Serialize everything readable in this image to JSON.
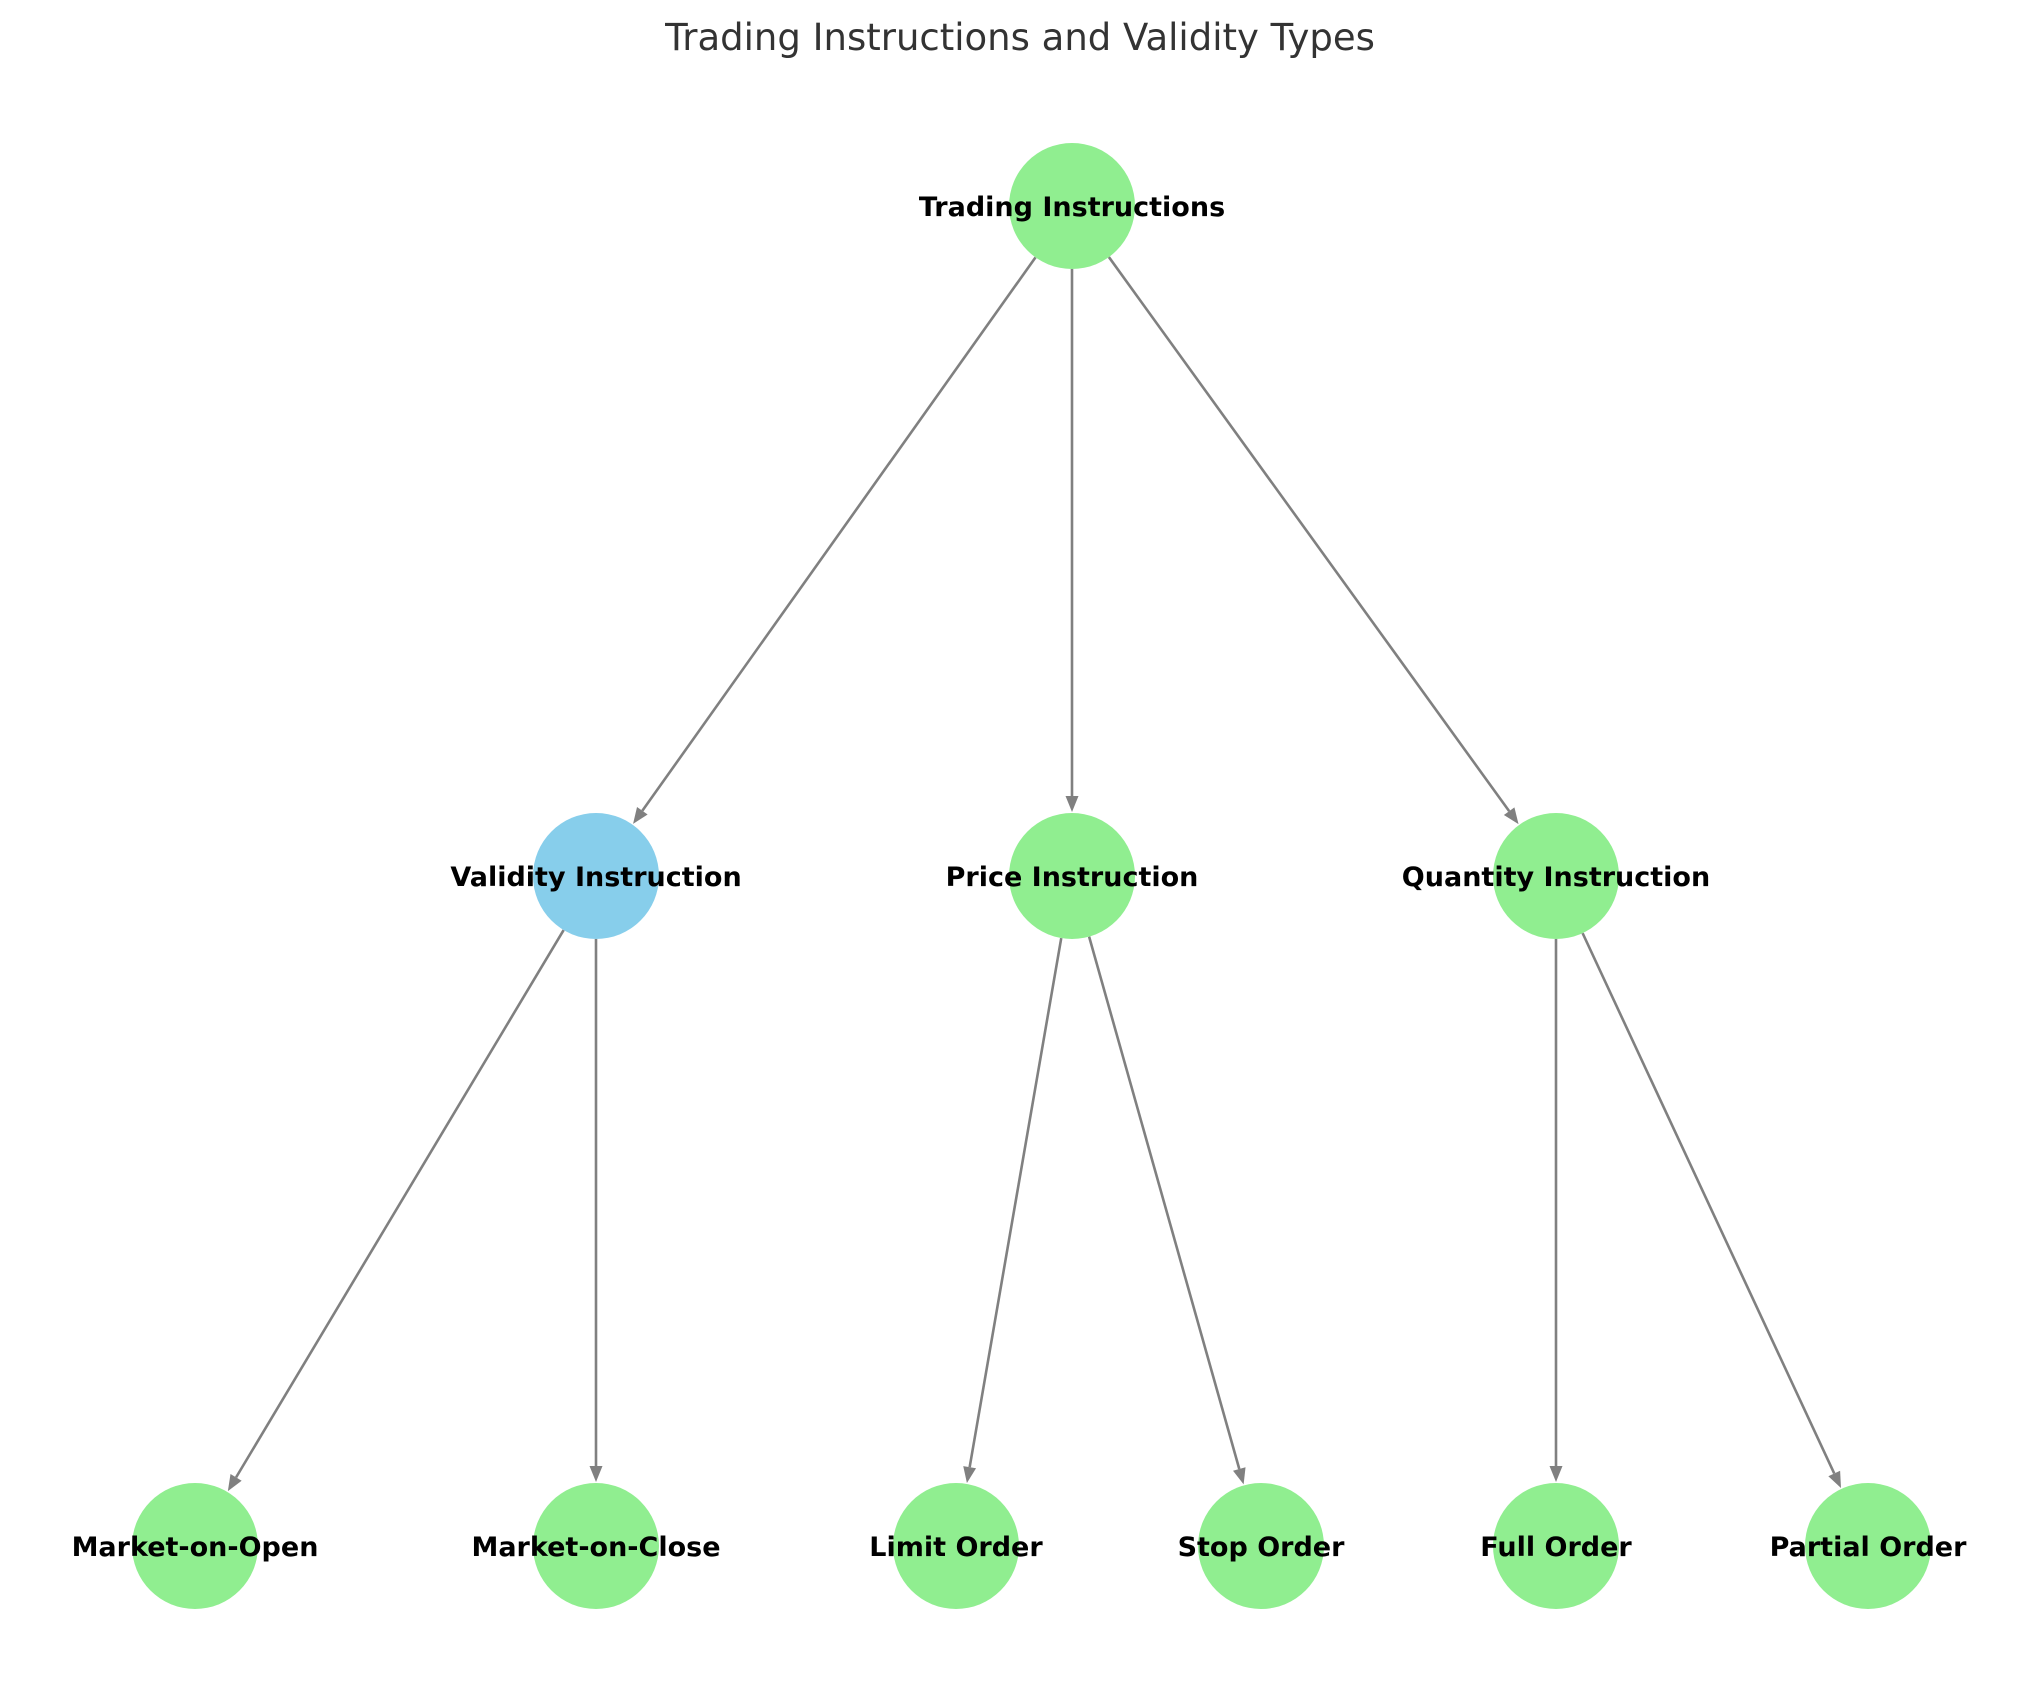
{
  "title": "Trading Instructions and Validity Types",
  "colors": {
    "default_node": "#90EE90",
    "highlight_node": "#87CEEB",
    "edge": "#808080",
    "title_text": "#333333"
  },
  "nodes": [
    {
      "id": "trading",
      "label": "Trading Instructions",
      "highlight": false
    },
    {
      "id": "validity",
      "label": "Validity Instruction",
      "highlight": true
    },
    {
      "id": "price",
      "label": "Price Instruction",
      "highlight": false
    },
    {
      "id": "quantity",
      "label": "Quantity Instruction",
      "highlight": false
    },
    {
      "id": "moo",
      "label": "Market-on-Open",
      "highlight": false
    },
    {
      "id": "moc",
      "label": "Market-on-Close",
      "highlight": false
    },
    {
      "id": "limit",
      "label": "Limit Order",
      "highlight": false
    },
    {
      "id": "stop",
      "label": "Stop Order",
      "highlight": false
    },
    {
      "id": "full",
      "label": "Full Order",
      "highlight": false
    },
    {
      "id": "partial",
      "label": "Partial Order",
      "highlight": false
    }
  ],
  "edges": [
    {
      "from": "trading",
      "to": "validity"
    },
    {
      "from": "trading",
      "to": "price"
    },
    {
      "from": "trading",
      "to": "quantity"
    },
    {
      "from": "validity",
      "to": "moo"
    },
    {
      "from": "validity",
      "to": "moc"
    },
    {
      "from": "price",
      "to": "limit"
    },
    {
      "from": "price",
      "to": "stop"
    },
    {
      "from": "quantity",
      "to": "full"
    },
    {
      "from": "quantity",
      "to": "partial"
    }
  ]
}
